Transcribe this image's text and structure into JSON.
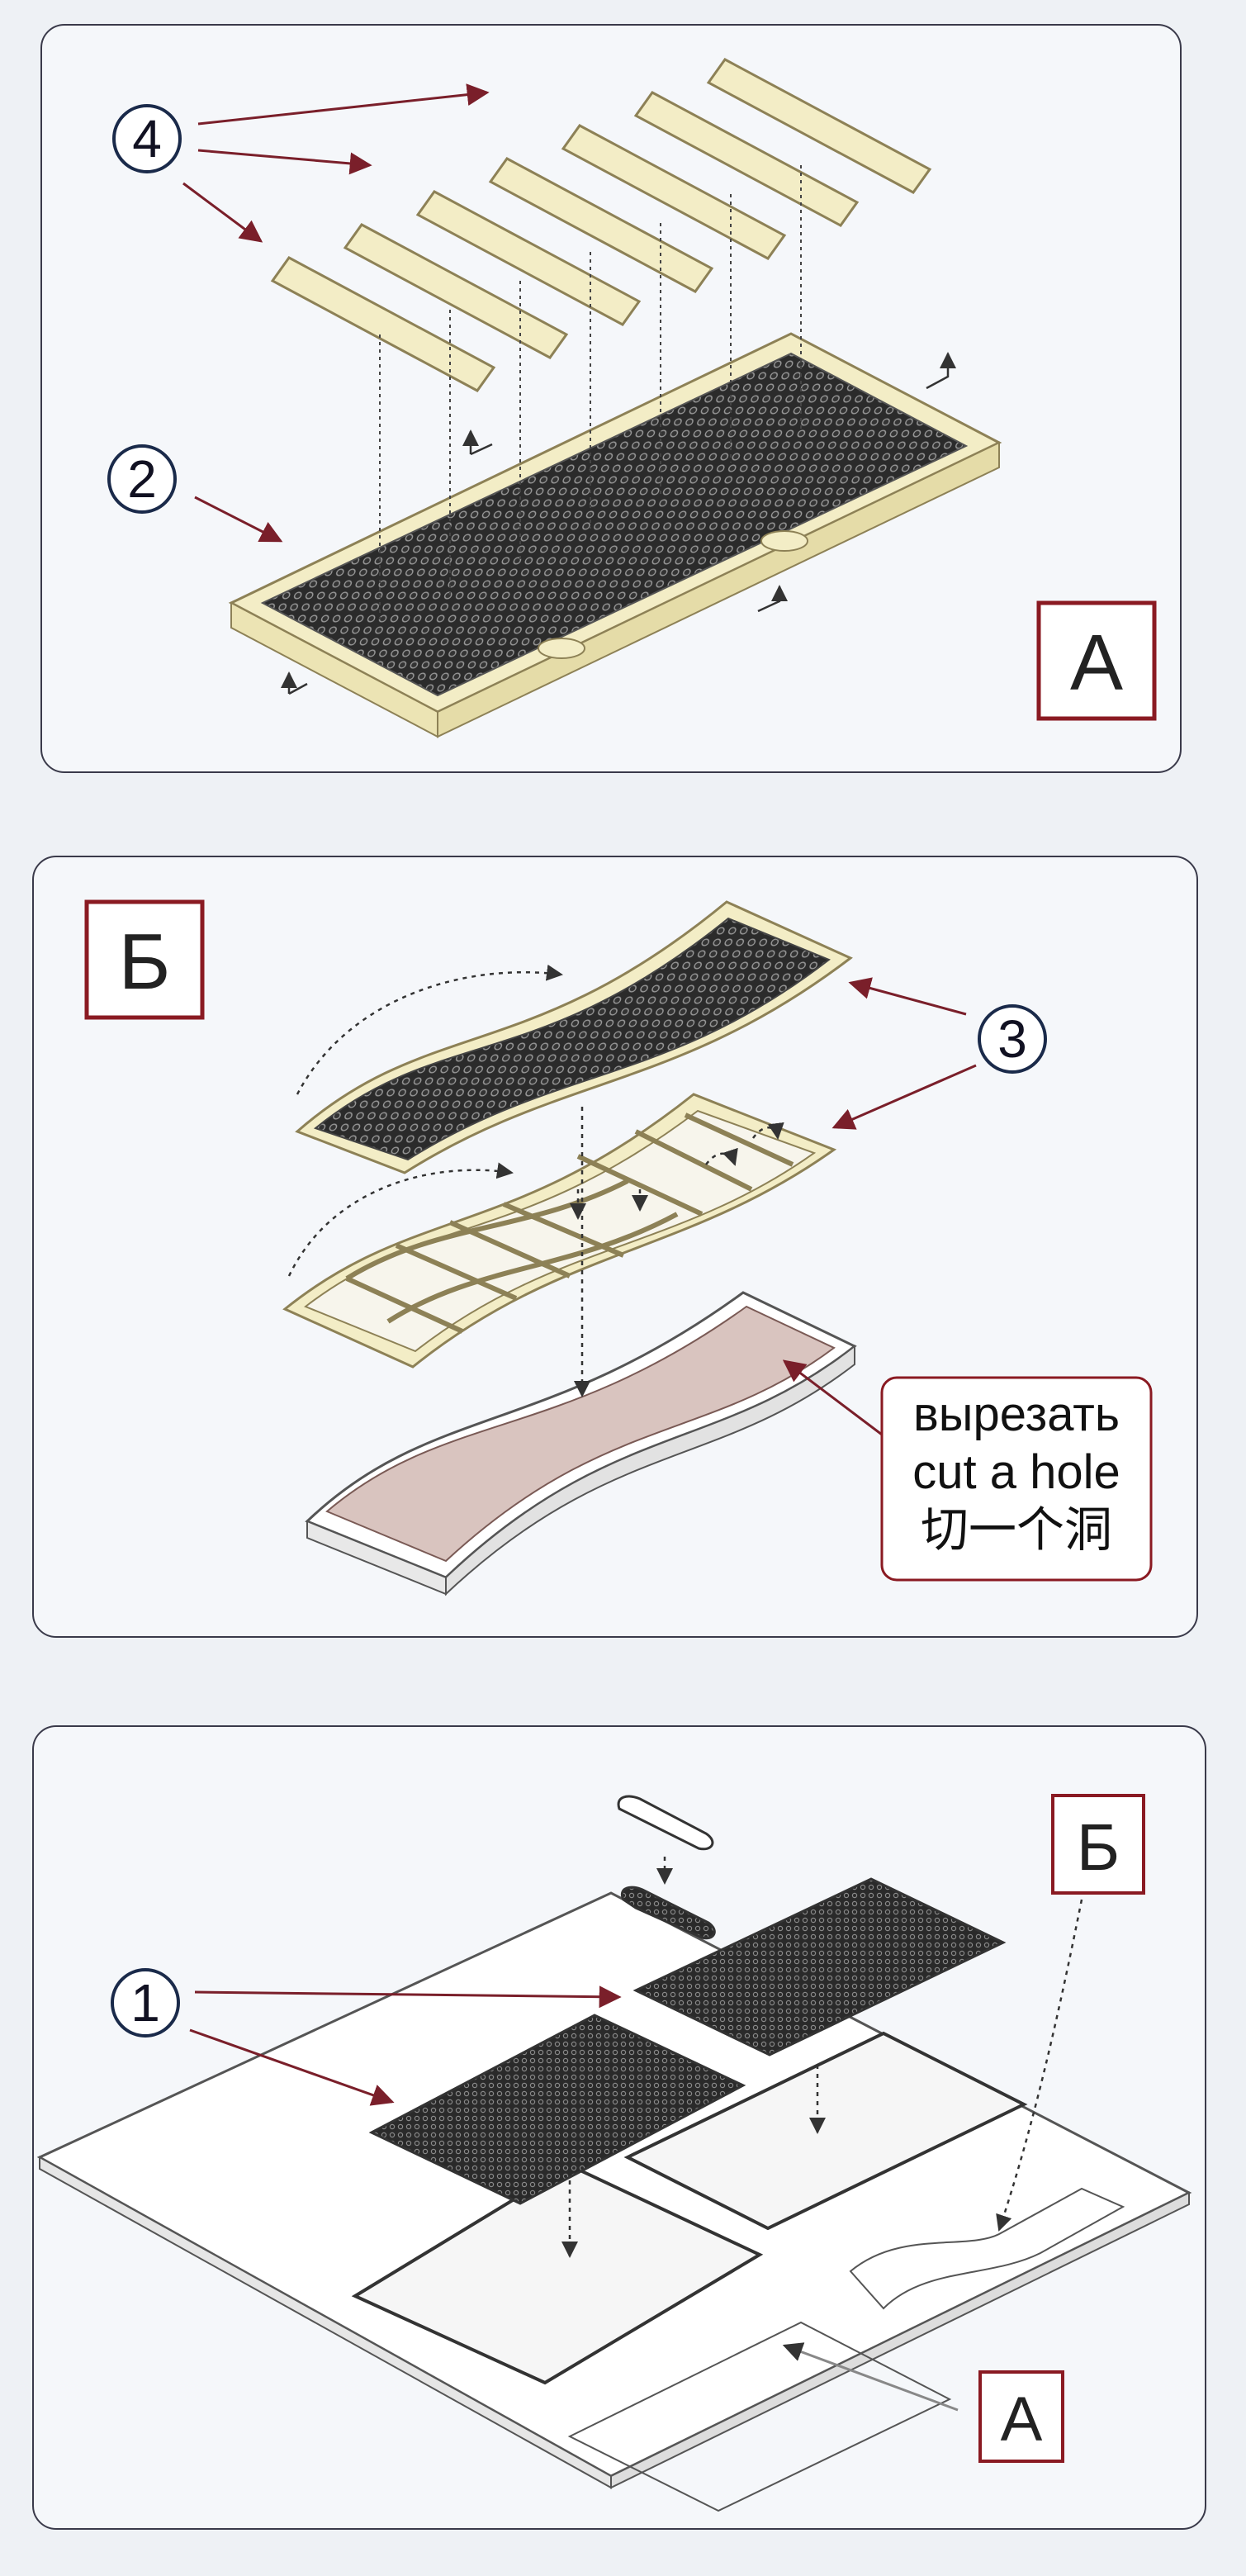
{
  "panels": {
    "a": {
      "letter": "A",
      "callouts": [
        "4",
        "2"
      ]
    },
    "b": {
      "letter": "Б",
      "callouts": [
        "3"
      ],
      "cut_note": [
        "вырезать",
        "cut a hole",
        "切一个洞"
      ]
    },
    "c": {
      "callouts": [
        "1"
      ],
      "refs": [
        "Б",
        "A"
      ]
    }
  },
  "colors": {
    "part_fill": "#f3edc6",
    "part_stroke": "#8d8156",
    "arrow": "#7a1f2a",
    "mesh_dark": "#2b2b2b",
    "cutout_fill": "#d9c4bf",
    "letter_frame": "#8a1a22"
  }
}
